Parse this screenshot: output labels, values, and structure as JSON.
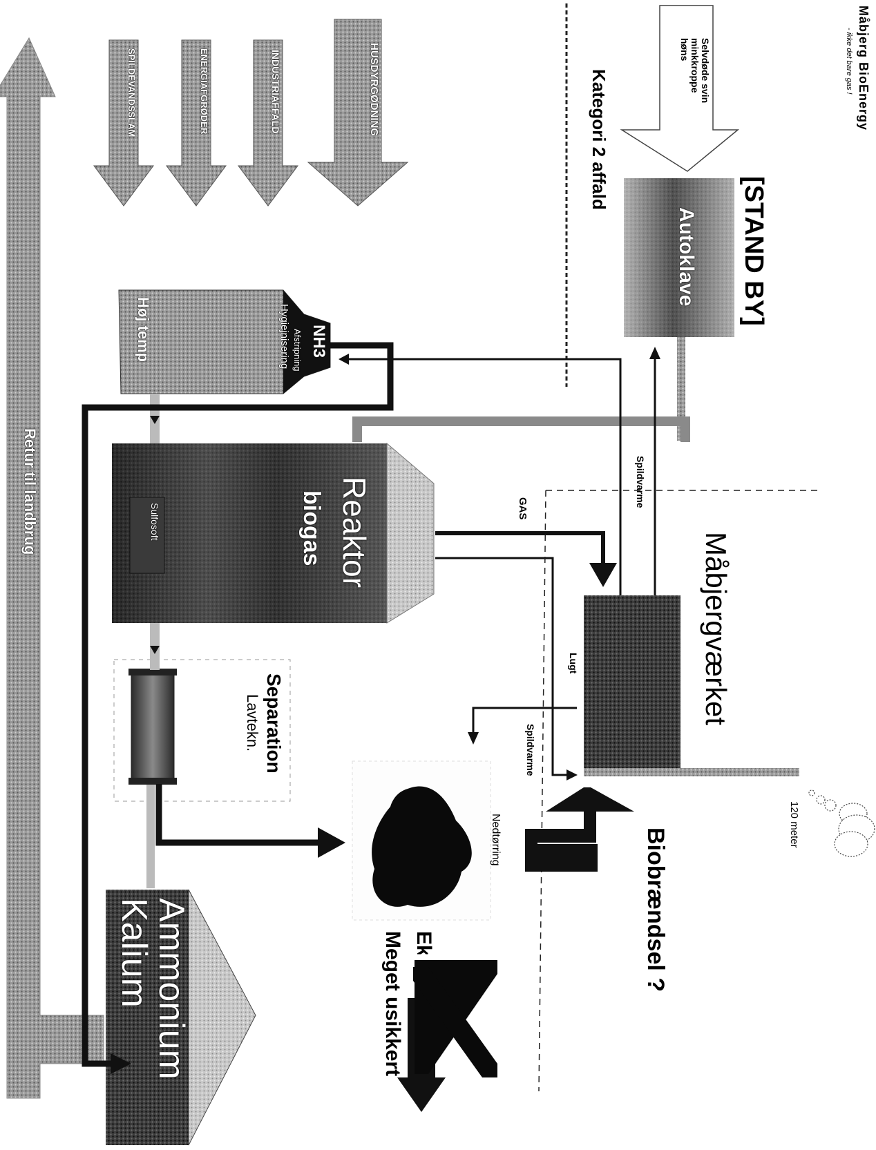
{
  "header": {
    "company": "Måbjerg BioEnergy",
    "tagline": "- ikke det bare gas !"
  },
  "status": {
    "stand_by": "[STAND BY]"
  },
  "autoklave": {
    "label": "Autoklave"
  },
  "category": {
    "label": "Kategori 2 affald"
  },
  "inputs": {
    "dead_animals": "Selvdøde svin minkkroppe høns",
    "manure": "HUSDYRGØDNING",
    "industrial": "INDUSTRIAFFALD",
    "energy_crops": "ENERGIAFGRØDER",
    "sludge": "SPILDEVANDSSLAM"
  },
  "nh3": {
    "title": "NH3",
    "subtitle": "Afstripning",
    "hygienization": "Hygiejnisering",
    "temp": "Høj temp"
  },
  "reactor": {
    "title": "Reaktor",
    "subtitle": "biogas",
    "inner": "Sulfosoft"
  },
  "separation": {
    "title": "Separation",
    "subtitle": "Lavtekn."
  },
  "plant": {
    "name": "Måbjergværket"
  },
  "flows": {
    "gas": "GAS",
    "waste_heat_1": "Spildvarme",
    "waste_heat_2": "Spildvarme",
    "odor": "Lugt",
    "drying": "Nedtørring"
  },
  "chimney": {
    "height": "120 meter"
  },
  "biofuel": {
    "label": "Biobrændsel ?"
  },
  "export": {
    "label": "Eksport",
    "uncertain": "Meget usikkert"
  },
  "fertilizer": {
    "label": "Ammonium Kalium"
  },
  "return": {
    "label": "Retur til landbrug"
  },
  "colors": {
    "dark": "#1a1a1a",
    "mid": "#6e6e6e",
    "light": "#bdbdbd"
  },
  "icons": [
    "arrow-up-icon",
    "arrow-down-icon",
    "x-mark-icon",
    "cloud-icon",
    "solid-blob-icon"
  ]
}
